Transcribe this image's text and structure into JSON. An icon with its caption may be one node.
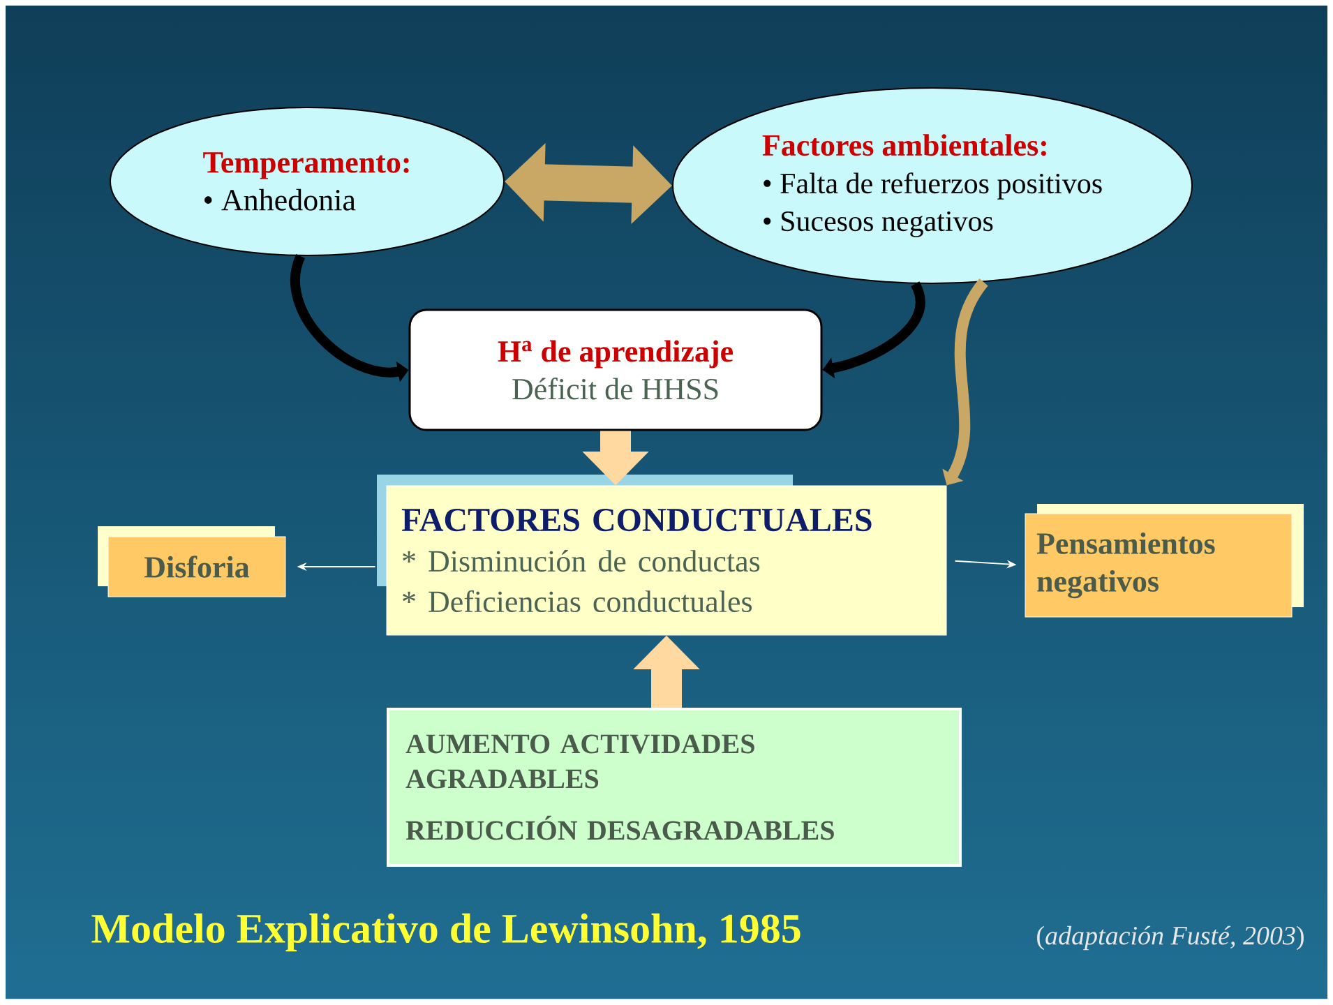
{
  "diagram": {
    "title": "Modelo Explicativo de Lewinsohn, 1985",
    "nodes": [
      {
        "text": [
          "Temperamento:",
          "• Anhedonia"
        ]
      },
      {
        "text": [
          "Factores ambientales:",
          "• Falta de refuerzos positivos",
          "• Sucesos negativos"
        ]
      },
      {
        "text": [
          "H$^{a}$ de aprendizaje",
          "Déficit de HHSS"
        ]
      },
      {
        "text": [
          "FACTORES CONDUCTUALES",
          "* Disminución de conductas",
          "* Deficiencias conductuales"
        ]
      },
      {
        "text": [
          "Disforia"
        ]
      },
      {
        "text": [
          "Pensamientos negativos"
        ]
      },
      {
        "text": [
          "AUMENTO ACTIVIDADES AGRADABLES",
          "REDUCCIÓN DESAGRADABLES"
        ]
      }
    ],
    "edges": [
      {
        "from": 0,
        "to": 1,
        "arrow": "both",
        "style": "thick",
        "color": "#c9a865"
      },
      {
        "from": 0,
        "to": 2,
        "arrow": "to",
        "color": "#000000"
      },
      {
        "from": 1,
        "to": 2,
        "arrow": "to",
        "color": "#000000"
      },
      {
        "from": 1,
        "to": 3,
        "arrow": "to",
        "color": "#c9a865"
      },
      {
        "from": 2,
        "to": 3,
        "arrow": "to",
        "style": "thick",
        "color": "#ffd9a0"
      },
      {
        "from": 6,
        "to": 3,
        "arrow": "to",
        "style": "thick",
        "color": "#ffd9a0"
      },
      {
        "from": 3,
        "to": 4,
        "arrow": "to",
        "color": "#ffffff"
      },
      {
        "from": 3,
        "to": 5,
        "arrow": "to",
        "color": "#ffffff"
      }
    ],
    "labels": [
      "(*adaptación Fusté, 2003*)"
    ]
  }
}
